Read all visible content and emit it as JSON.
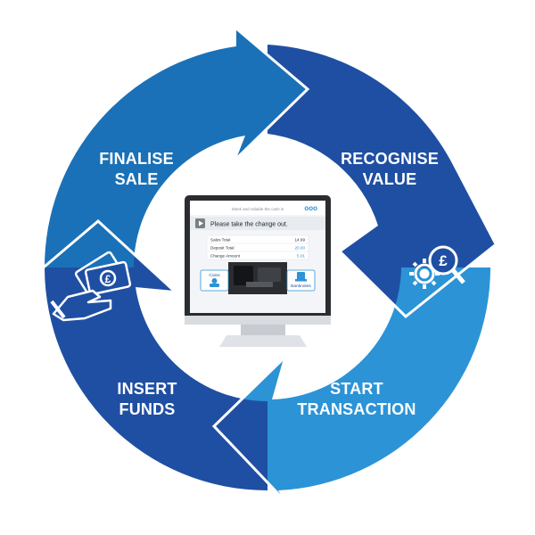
{
  "colors": {
    "dark_blue": "#1f4fa3",
    "mid_blue": "#1a71b8",
    "light_blue": "#2b93d6",
    "white": "#ffffff"
  },
  "stages": {
    "recognise_value": {
      "line1": "RECOGNISE",
      "line2": "VALUE",
      "icon": "coin-magnifier-gear-icon"
    },
    "start_transaction": {
      "line1": "START",
      "line2": "TRANSACTION"
    },
    "insert_funds": {
      "line1": "INSERT",
      "line2": "FUNDS",
      "icon": "hand-banknotes-icon"
    },
    "finalise_sale": {
      "line1": "FINALISE",
      "line2": "SALE"
    }
  },
  "monitor": {
    "window_title": "Sleek and reliable the cash in",
    "logo": "ooo",
    "prompt": "Please take the change out.",
    "rows": [
      {
        "label": "Sales Total",
        "value": "14.99"
      },
      {
        "label": "Deposit Total",
        "value": "20.00"
      },
      {
        "label": "Change Amount",
        "value": "5.01"
      }
    ],
    "coins_label": "Coins",
    "banknotes_label": "Banknotes"
  }
}
